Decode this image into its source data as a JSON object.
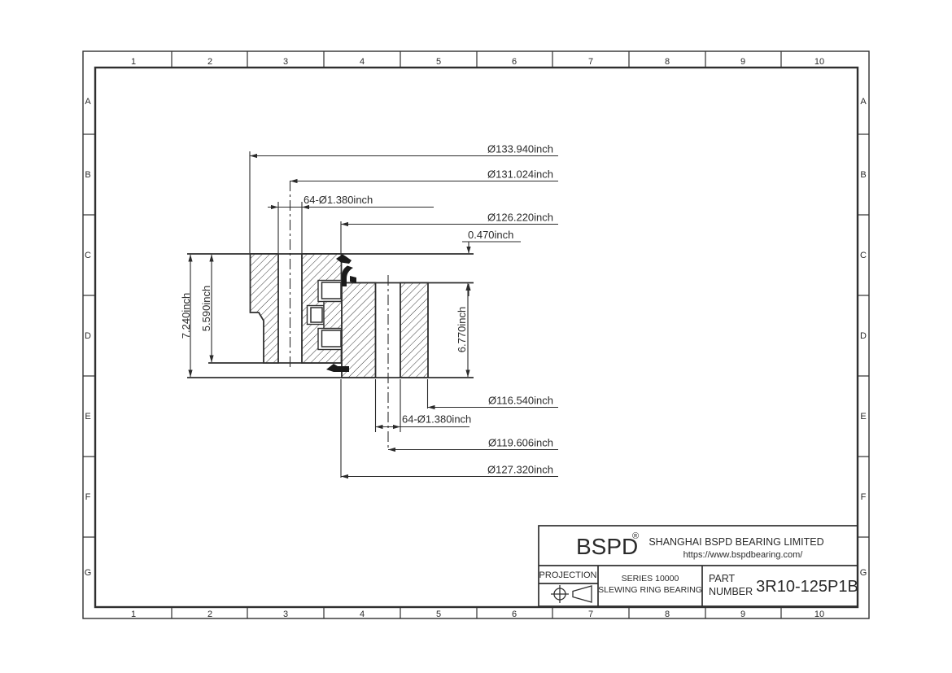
{
  "sheet": {
    "columns": [
      "1",
      "2",
      "3",
      "4",
      "5",
      "6",
      "7",
      "8",
      "9",
      "10"
    ],
    "rows": [
      "A",
      "B",
      "C",
      "D",
      "E",
      "F",
      "G"
    ]
  },
  "drawing": {
    "unit_suffix": "inch",
    "line_color": "#2f2f2f",
    "seal_color": "#1a1a1a",
    "dimensions": {
      "outer_diameter": "Ø133.940inch",
      "outer_bolt_circle": "Ø131.024inch",
      "outer_bolt_holes": "64-Ø1.380inch",
      "seal_diameter": "Ø126.220inch",
      "height_offset": "0.470inch",
      "total_height": "7.240inch",
      "outer_ring_height": "5.590inch",
      "inner_ring_height": "6.770inch",
      "inner_diameter": "Ø116.540inch",
      "inner_bolt_holes": "64-Ø1.380inch",
      "inner_bolt_circle": "Ø119.606inch",
      "inner_ring_od": "Ø127.320inch"
    }
  },
  "title_block": {
    "brand": "BSPD",
    "registered_mark": "®",
    "company": "SHANGHAI BSPD BEARING LIMITED",
    "website": "https://www.bspdbearing.com/",
    "projection_label": "PROJECTION",
    "series_line1": "SERIES 10000",
    "series_line2": "SLEWING RING BEARING",
    "part_label_line1": "PART",
    "part_label_line2": "NUMBER",
    "part_number": "3R10-125P1B"
  }
}
